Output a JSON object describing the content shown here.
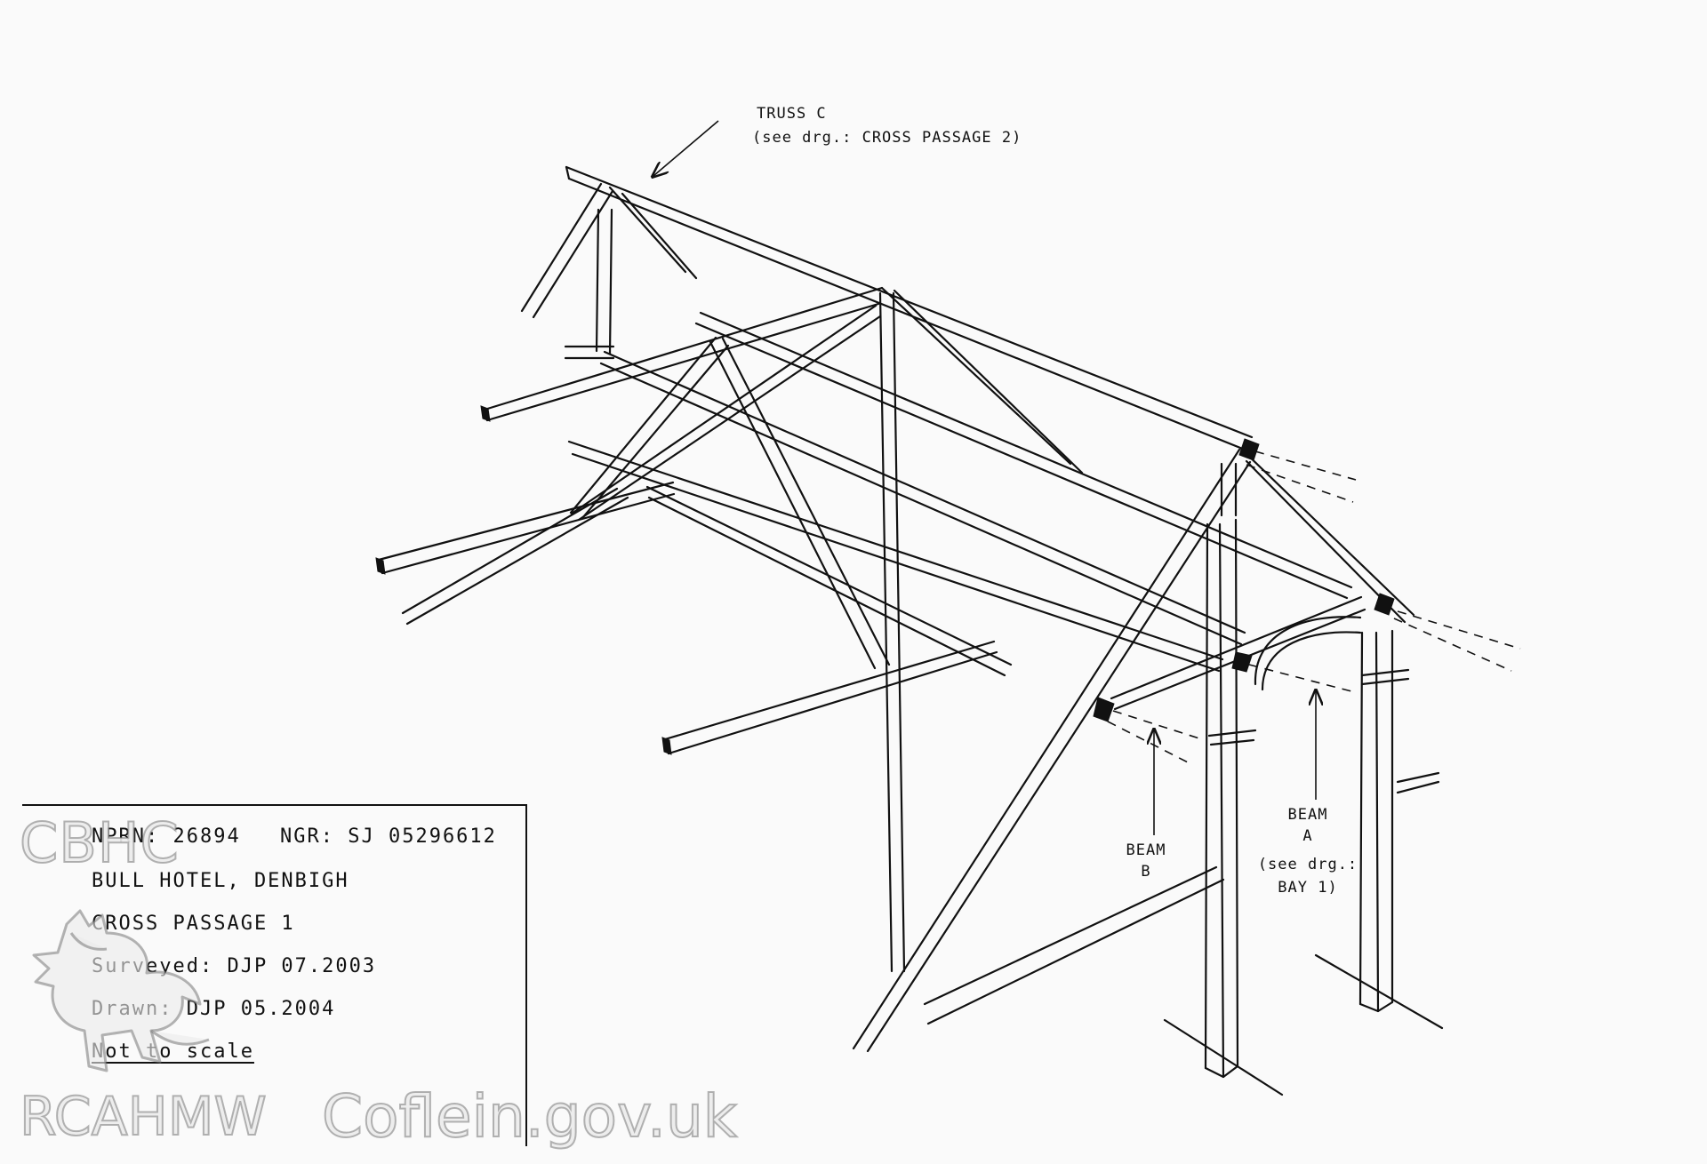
{
  "drawing": {
    "labels": {
      "truss_c": "TRUSS C",
      "truss_c_ref": "(see drg.: CROSS PASSAGE 2)",
      "beam_b_1": "BEAM",
      "beam_b_2": "B",
      "beam_a_1": "BEAM",
      "beam_a_2": "A",
      "beam_a_ref_1": "(see drg.:",
      "beam_a_ref_2": "BAY 1)"
    }
  },
  "title_block": {
    "nprn": "NPRN: 26894",
    "ngr": "NGR: SJ 05296612",
    "site": "BULL HOTEL, DENBIGH",
    "sheet": "CROSS PASSAGE 1",
    "surveyed": "Surveyed: DJP 07.2003",
    "drawn": "Drawn: DJP 05.2004",
    "scale": "Not to scale"
  },
  "watermark": {
    "top": "CBHC",
    "bottom_left": "RCAHMW",
    "bottom_right": "Coflein.gov.uk",
    "emblem": "dragon-emblem-icon"
  }
}
